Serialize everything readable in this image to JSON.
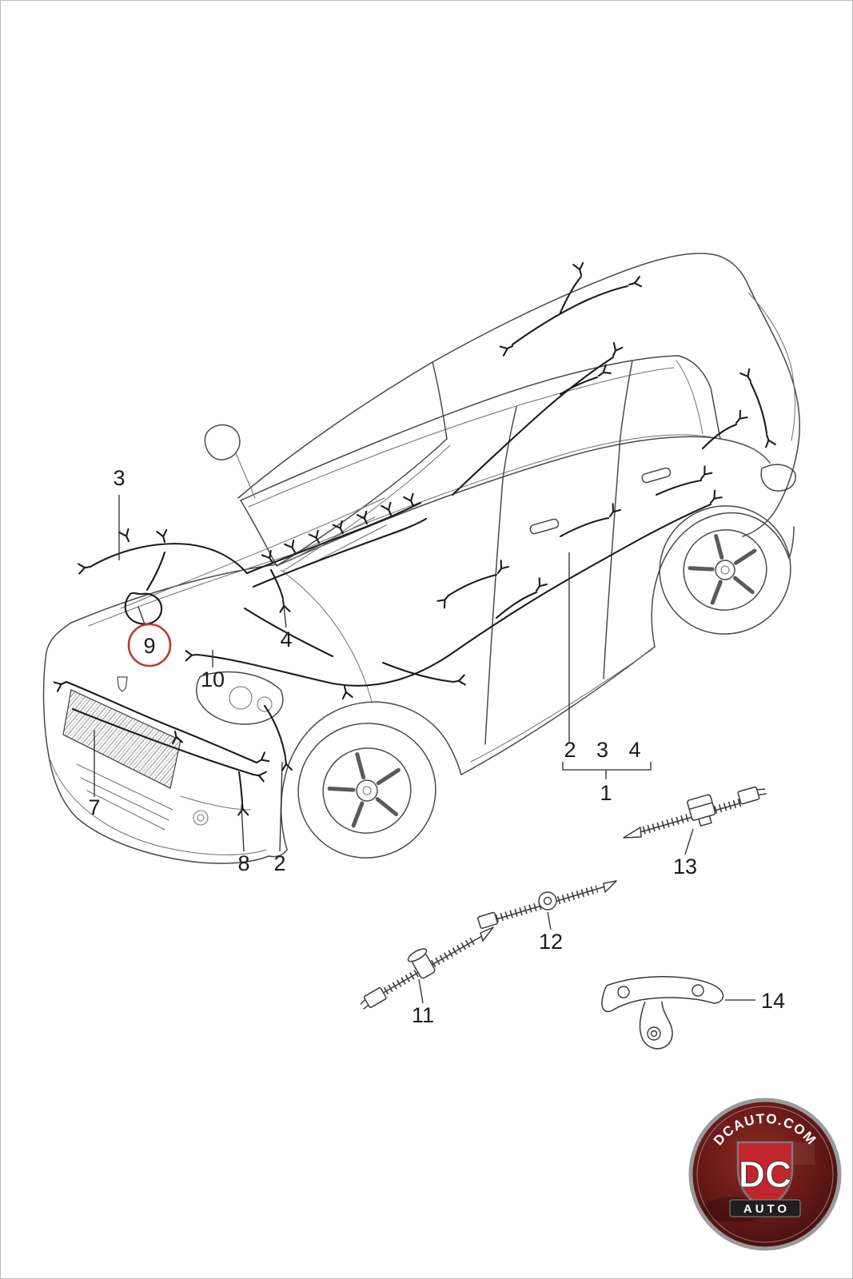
{
  "colors": {
    "line": "#4a4a4a",
    "wire": "#1b1b1b",
    "highlight": "#c0392b",
    "logo_red": "#c0262c",
    "logo_bg_dark": "#3c0d0c"
  },
  "callouts": {
    "c1": "1",
    "c2": "2",
    "c3": "3",
    "c4": "4",
    "c7": "7",
    "c8": "8",
    "c9": "9",
    "c10": "10",
    "c11": "11",
    "c12": "12",
    "c13": "13",
    "c14": "14",
    "group": "2 3 4"
  },
  "logo": {
    "arc_text": "DCAUTO.COM",
    "monogram": "DC",
    "band_text": "AUTO"
  }
}
